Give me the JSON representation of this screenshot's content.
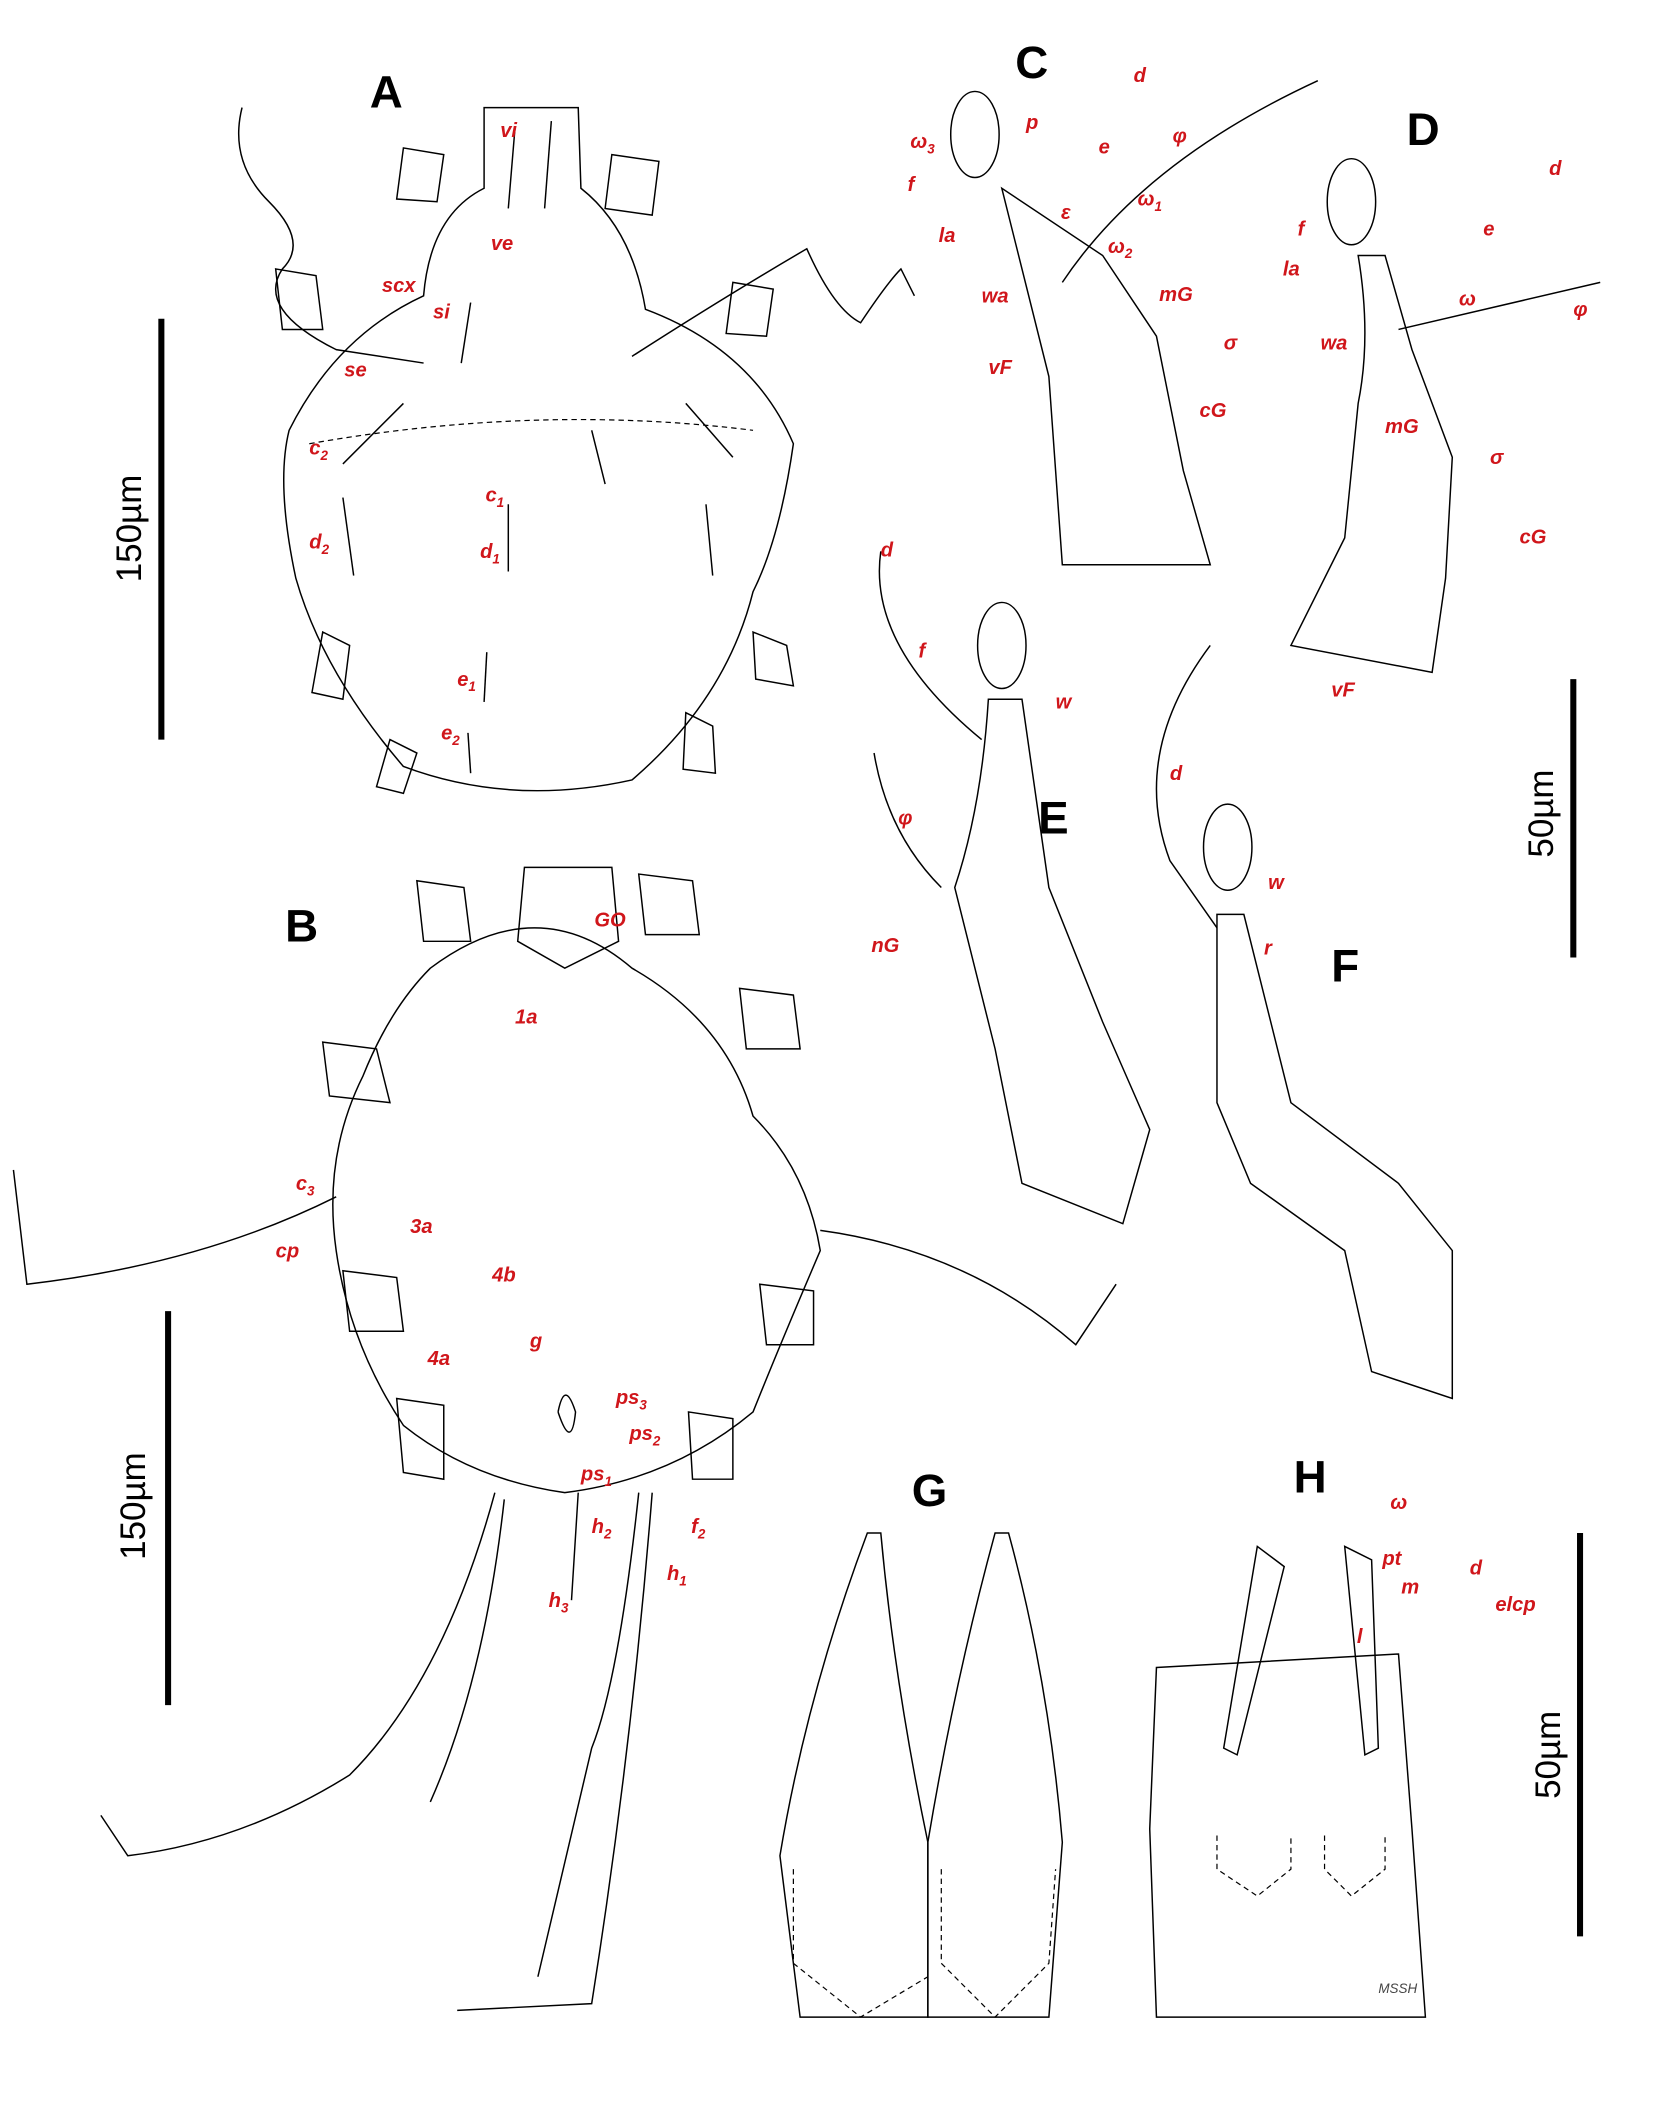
{
  "panels": [
    "A",
    "B",
    "C",
    "D",
    "E",
    "F",
    "G",
    "H"
  ],
  "scale_bars": {
    "A": "150µm",
    "B": "150µm",
    "CDEF": "50µm",
    "GH": "50µm"
  },
  "signature": "MSSH",
  "colors": {
    "label": "#d0161b",
    "drawing": "#000000"
  },
  "labels": [
    {
      "t": "vi"
    },
    {
      "t": "ve"
    },
    {
      "t": "scx"
    },
    {
      "t": "si"
    },
    {
      "t": "se"
    },
    {
      "t": "c",
      "s": "2"
    },
    {
      "t": "c",
      "s": "1"
    },
    {
      "t": "d",
      "s": "2"
    },
    {
      "t": "d",
      "s": "1"
    },
    {
      "t": "e",
      "s": "1"
    },
    {
      "t": "e",
      "s": "2"
    },
    {
      "t": "GO"
    },
    {
      "t": "1a"
    },
    {
      "t": "c",
      "s": "3"
    },
    {
      "t": "cp"
    },
    {
      "t": "3a"
    },
    {
      "t": "4b"
    },
    {
      "t": "4a"
    },
    {
      "t": "g"
    },
    {
      "t": "ps",
      "s": "3"
    },
    {
      "t": "ps",
      "s": "2"
    },
    {
      "t": "ps",
      "s": "1"
    },
    {
      "t": "h",
      "s": "2"
    },
    {
      "t": "f",
      "s": "2"
    },
    {
      "t": "h",
      "s": "3"
    },
    {
      "t": "h",
      "s": "1"
    },
    {
      "t": "d"
    },
    {
      "t": "p"
    },
    {
      "t": "ω",
      "s": "3"
    },
    {
      "t": "e"
    },
    {
      "t": "φ"
    },
    {
      "t": "f"
    },
    {
      "t": "ω",
      "s": "1"
    },
    {
      "t": "ε"
    },
    {
      "t": "la"
    },
    {
      "t": "ω",
      "s": "2"
    },
    {
      "t": "wa"
    },
    {
      "t": "mG"
    },
    {
      "t": "σ"
    },
    {
      "t": "vF"
    },
    {
      "t": "cG"
    },
    {
      "t": "d"
    },
    {
      "t": "f"
    },
    {
      "t": "e"
    },
    {
      "t": "la"
    },
    {
      "t": "ω"
    },
    {
      "t": "φ"
    },
    {
      "t": "wa"
    },
    {
      "t": "mG"
    },
    {
      "t": "σ"
    },
    {
      "t": "cG"
    },
    {
      "t": "vF"
    },
    {
      "t": "d"
    },
    {
      "t": "f"
    },
    {
      "t": "w"
    },
    {
      "t": "φ"
    },
    {
      "t": "nG"
    },
    {
      "t": "d"
    },
    {
      "t": "w"
    },
    {
      "t": "r"
    },
    {
      "t": "ω"
    },
    {
      "t": "pt"
    },
    {
      "t": "d"
    },
    {
      "t": "m"
    },
    {
      "t": "l"
    },
    {
      "t": "elcp"
    }
  ]
}
